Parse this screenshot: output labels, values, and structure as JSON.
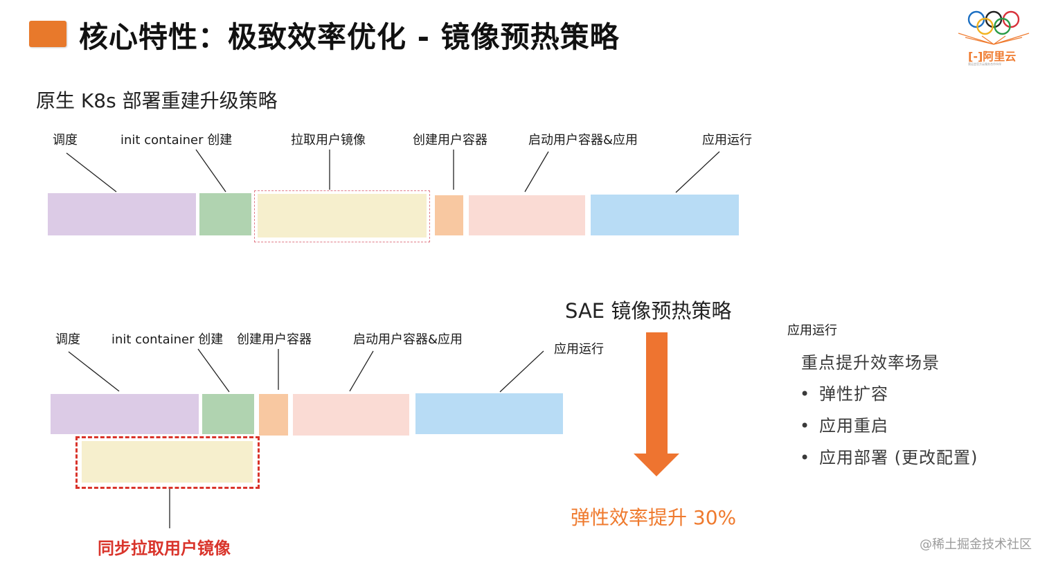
{
  "header": {
    "title": "核心特性：极致效率优化 - 镜像预热策略",
    "logo_text": "阿里云",
    "logo_symbol": "[-]",
    "logo_tagline": "奥运会官方云服务合作伙伴"
  },
  "native": {
    "heading": "原生 K8s 部署重建升级策略",
    "steps": [
      {
        "label": "调度",
        "color": "#dccbe6"
      },
      {
        "label": "init container 创建",
        "color": "#b0d3b0"
      },
      {
        "label": "拉取用户镜像",
        "color": "#f6efcd"
      },
      {
        "label": "创建用户容器",
        "color": "#f8c8a1"
      },
      {
        "label": "启动用户容器&应用",
        "color": "#fadbd4"
      },
      {
        "label": "应用运行",
        "color": "#b8dcf5"
      }
    ]
  },
  "sae": {
    "heading": "SAE 镜像预热策略",
    "steps": [
      {
        "label": "调度",
        "color": "#dccbe6"
      },
      {
        "label": "init container 创建",
        "color": "#b0d3b0"
      },
      {
        "label": "创建用户容器",
        "color": "#f8c8a1"
      },
      {
        "label": "启动用户容器&应用",
        "color": "#fadbd4"
      },
      {
        "label": "应用运行",
        "color": "#b8dcf5"
      }
    ],
    "parallel_label": "同步拉取用户镜像",
    "parallel_color": "#f6efcd",
    "result": "弹性效率提升 30%",
    "arrow_color": "#ee7430"
  },
  "side": {
    "label": "应用运行",
    "heading": "重点提升效率场景",
    "bullet": "•",
    "items": [
      "弹性扩容",
      "应用重启",
      "应用部署 (更改配置)"
    ]
  },
  "watermark": "@稀土掘金技术社区"
}
